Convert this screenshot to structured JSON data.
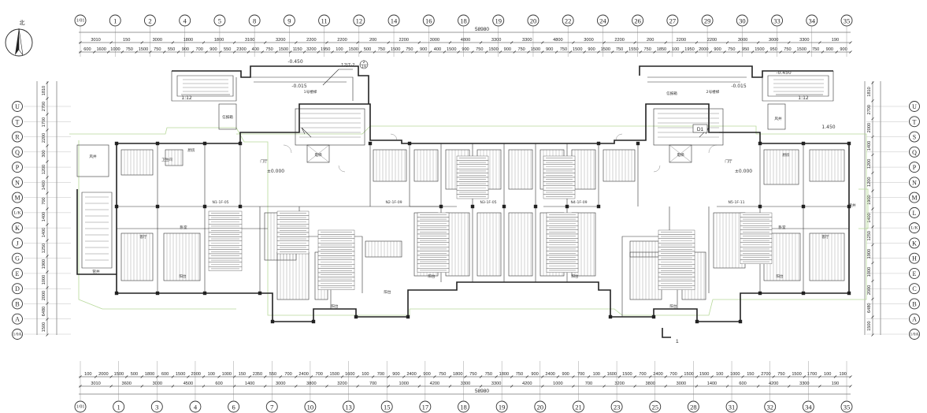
{
  "north_label": "北",
  "top_axes": [
    "1/01",
    "1",
    "2",
    "4",
    "5",
    "8",
    "9",
    "11",
    "12",
    "14",
    "16",
    "18",
    "19",
    "20",
    "22",
    "24",
    "26",
    "27",
    "29",
    "30",
    "33",
    "34",
    "35"
  ],
  "bottom_axes": [
    "1/01",
    "1",
    "3",
    "4",
    "6",
    "7",
    "10",
    "13",
    "15",
    "17",
    "18",
    "19",
    "20",
    "21",
    "23",
    "25",
    "28",
    "31",
    "32",
    "34",
    "35"
  ],
  "left_axes": [
    "U",
    "T",
    "R",
    "Q",
    "P",
    "N",
    "M",
    "L/K",
    "K",
    "J",
    "G",
    "E",
    "D",
    "B",
    "A",
    "1/0A"
  ],
  "right_axes": [
    "U",
    "T",
    "S",
    "Q",
    "P",
    "N",
    "M",
    "L",
    "L/K",
    "K",
    "H",
    "E",
    "C",
    "B",
    "A",
    "1/0A"
  ],
  "top_total": "58980",
  "bottom_total": "58980",
  "top_dims_row1": [
    "3010",
    "150",
    "3000",
    "1800",
    "1800",
    "3100",
    "3200",
    "2200",
    "2200",
    "200",
    "2200",
    "3000",
    "4800",
    "3300",
    "3300",
    "4800",
    "3000",
    "2200",
    "200",
    "2200",
    "2200",
    "3000",
    "3000",
    "3300",
    "190"
  ],
  "top_dims_row2": [
    "600",
    "1600",
    "1000",
    "750",
    "1500",
    "750",
    "550",
    "900",
    "700",
    "900",
    "550",
    "2300",
    "400",
    "750",
    "1500",
    "1150",
    "3200",
    "1950",
    "100",
    "1500",
    "500",
    "750",
    "1500",
    "750",
    "900",
    "400",
    "1500",
    "900",
    "750",
    "1500",
    "900",
    "750",
    "1500",
    "900",
    "750",
    "1500",
    "900",
    "1500",
    "750",
    "1550",
    "750",
    "1850",
    "100",
    "1950",
    "2000",
    "900",
    "750",
    "950",
    "1500",
    "950",
    "750",
    "1500",
    "750",
    "900",
    "900"
  ],
  "bottom_dims_row1": [
    "100",
    "2000",
    "1500",
    "500",
    "1800",
    "600",
    "1500",
    "2900",
    "100",
    "1000",
    "150",
    "2350",
    "550",
    "700",
    "2400",
    "700",
    "1500",
    "1600",
    "100",
    "700",
    "900",
    "2400",
    "900",
    "750",
    "1800",
    "750",
    "750",
    "1800",
    "750",
    "900",
    "2400",
    "900",
    "700",
    "100",
    "1600",
    "1500",
    "700",
    "2400",
    "700",
    "1500",
    "1500",
    "100",
    "1000",
    "150",
    "2700",
    "750",
    "1500",
    "1700",
    "100",
    "190"
  ],
  "bottom_dims_row2": [
    "3010",
    "3600",
    "3000",
    "4500",
    "600",
    "1400",
    "3000",
    "3800",
    "3200",
    "700",
    "1000",
    "4200",
    "3300",
    "3300",
    "4200",
    "1000",
    "700",
    "3200",
    "3800",
    "3000",
    "1400",
    "600",
    "4200",
    "3300",
    "190"
  ],
  "left_dims": [
    "1810",
    "2700",
    "1700",
    "2200",
    "300",
    "1200",
    "1400",
    "700",
    "1400",
    "1400",
    "1250",
    "1900",
    "1000",
    "2000",
    "6480",
    "1500"
  ],
  "right_dims": [
    "1810",
    "2700",
    "2000",
    "1400",
    "1200",
    "1200",
    "1900",
    "1400",
    "1250",
    "1900",
    "1000",
    "2000",
    "6480",
    "1500"
  ],
  "levels": {
    "entry_left": "-0.450",
    "entry_right": "-0.450",
    "stair_left": "-0.015",
    "stair_right": "-0.015",
    "hall_left": "±0.000",
    "hall_right": "±0.000",
    "porch_right": "1.450"
  },
  "labels": {
    "ramp_left": "1:12",
    "ramp_right": "1:12",
    "stair1": "1号楼梯",
    "stair2": "2号楼梯",
    "hall_left": "门厅",
    "hall_right": "门厅",
    "elevator_left": "电梯",
    "elevator_right": "电梯",
    "mail_room": "信报箱",
    "detail_ref": "12J7-2",
    "detail_num_top": "2",
    "detail_num_bottom": "19",
    "ref_mark": "D1",
    "section_mark": "1",
    "room_living": "客厅",
    "room_bed": "卧室",
    "room_kitchen": "厨房",
    "room_bath": "卫生间",
    "room_balcony": "阳台",
    "room_wind": "风井",
    "room_pipe": "管井"
  },
  "equipment_labels": [
    "N1-1F-05",
    "N2-1F-09",
    "N3-1F-05",
    "N4-1F-09",
    "N5-1F-11"
  ]
}
